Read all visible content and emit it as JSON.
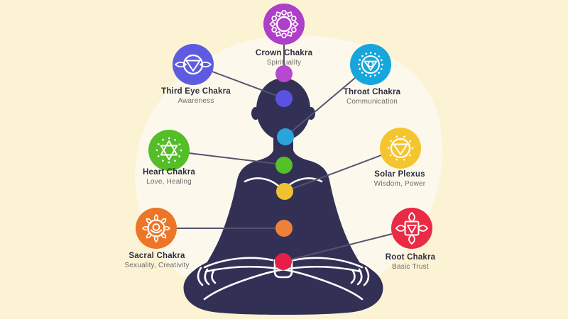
{
  "meta": {
    "description": "Seven chakras infographic with a meditating human silhouette"
  },
  "colors": {
    "background": "#FCF3D4",
    "blob": "#FCF9EC",
    "body": "#333056",
    "connector_line": "#54546E",
    "icon_stroke": "#FFFFFF",
    "title_text": "#2E2D40",
    "subtitle_text": "#6B6B6B"
  },
  "chakras": [
    {
      "id": "crown",
      "name": "Crown Chakra",
      "trait": "Spirituality",
      "color": "#AE3FC8",
      "dot_color": "#B748CF",
      "icon": "crown-mandala-icon"
    },
    {
      "id": "third_eye",
      "name": "Third Eye Chakra",
      "trait": "Awareness",
      "color": "#5F5BE1",
      "dot_color": "#5B51E3",
      "icon": "third-eye-icon"
    },
    {
      "id": "throat",
      "name": "Throat Chakra",
      "trait": "Communication",
      "color": "#17A6DB",
      "dot_color": "#29A5DC",
      "icon": "throat-lotus-icon"
    },
    {
      "id": "heart",
      "name": "Heart Chakra",
      "trait": "Love, Healing",
      "color": "#53BE27",
      "dot_color": "#55C02A",
      "icon": "heart-hexagram-icon"
    },
    {
      "id": "solar_plexus",
      "name": "Solar Plexus",
      "trait": "Wisdom, Power",
      "color": "#F5C52F",
      "dot_color": "#F0C133",
      "icon": "solar-triangle-icon"
    },
    {
      "id": "sacral",
      "name": "Sacral Chakra",
      "trait": "Sexuality, Creativity",
      "color": "#ED7527",
      "dot_color": "#EE8138",
      "icon": "sacral-crescent-icon"
    },
    {
      "id": "root",
      "name": "Root Chakra",
      "trait": "Basic Trust",
      "color": "#EA2B45",
      "dot_color": "#E71F48",
      "icon": "root-square-icon"
    }
  ]
}
